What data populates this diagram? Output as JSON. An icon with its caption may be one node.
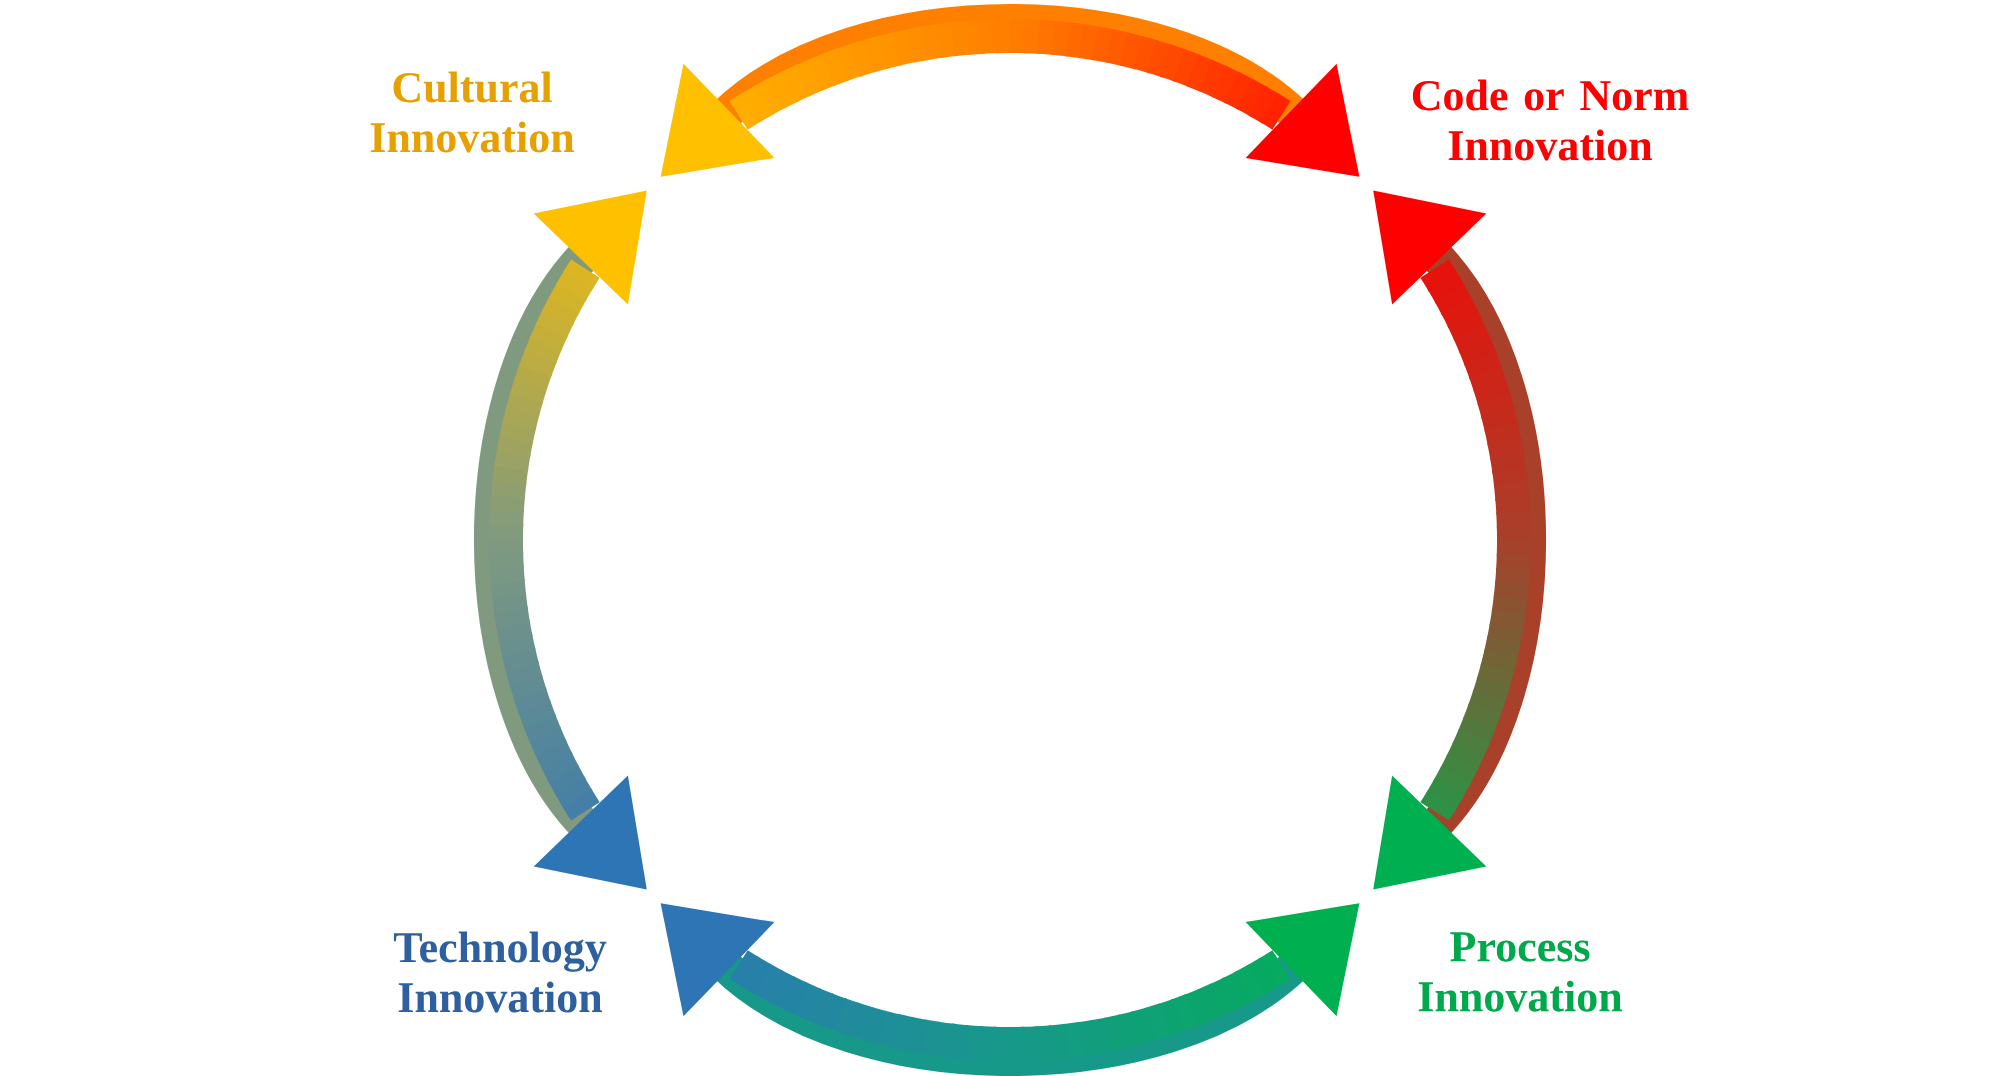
{
  "diagram": {
    "nodes": [
      {
        "text": [
          "Cultural Innovation"
        ]
      },
      {
        "text": [
          "Code or Norm Innovation"
        ]
      },
      {
        "text": [
          "Technology Innovation"
        ]
      },
      {
        "text": [
          "Process Innovation"
        ]
      }
    ],
    "edges": [
      {
        "from": 0,
        "to": 1,
        "arrow": "both",
        "color": "#ff7f00"
      },
      {
        "from": 1,
        "to": 3,
        "arrow": "both",
        "color": "#a8402a"
      },
      {
        "from": 3,
        "to": 2,
        "arrow": "both",
        "color": "#17998a"
      },
      {
        "from": 2,
        "to": 0,
        "arrow": "both",
        "color": "#7f9a7f"
      }
    ]
  }
}
